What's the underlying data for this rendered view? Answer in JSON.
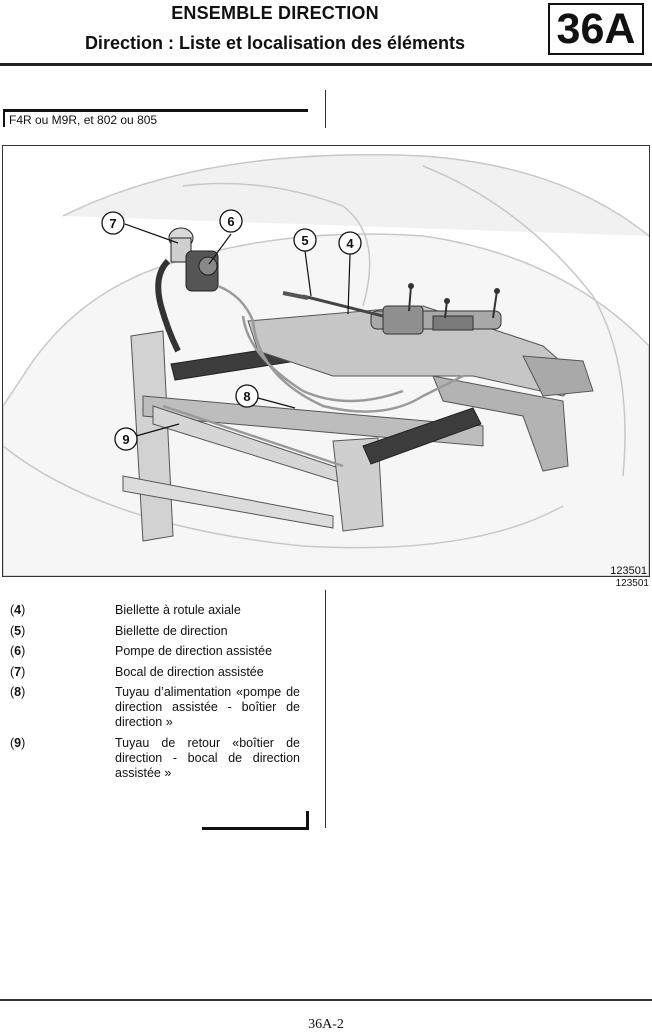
{
  "header": {
    "title": "ENSEMBLE DIRECTION",
    "subtitle": "Direction : Liste et localisation des éléments",
    "section_code": "36A"
  },
  "vehicle_tag": "F4R ou M9R, et 802 ou 805",
  "figure": {
    "image_ref": "123501",
    "caption_ref": "123501",
    "callouts": [
      {
        "label": "4"
      },
      {
        "label": "5"
      },
      {
        "label": "6"
      },
      {
        "label": "7"
      },
      {
        "label": "8"
      },
      {
        "label": "9"
      }
    ]
  },
  "legend": [
    {
      "number": "4",
      "text": "Biellette à rotule axiale"
    },
    {
      "number": "5",
      "text": "Biellette de direction"
    },
    {
      "number": "6",
      "text": "Pompe de direction assistée"
    },
    {
      "number": "7",
      "text": "Bocal de direction assistée"
    },
    {
      "number": "8",
      "text": "Tuyau d’alimentation «pompe de direction assistée - boîtier de direction »"
    },
    {
      "number": "9",
      "text": "Tuyau de retour «boîtier de direction - bocal de direction assistée »"
    }
  ],
  "footer": {
    "page_number": "36A-2"
  }
}
